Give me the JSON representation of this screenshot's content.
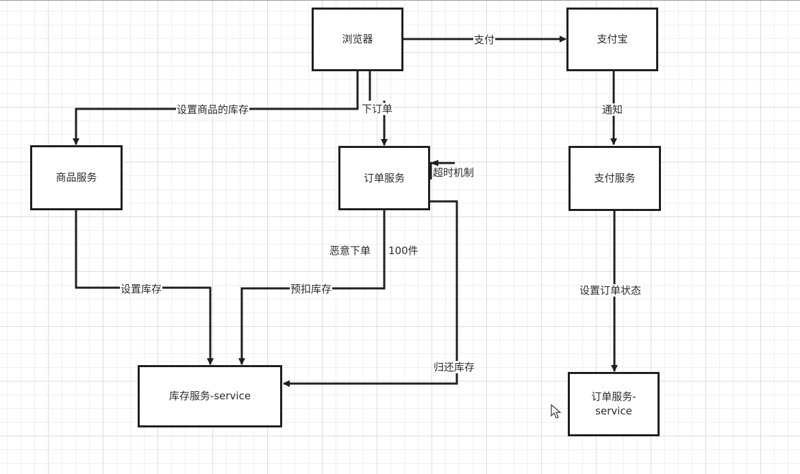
{
  "diagram": {
    "nodes": {
      "browser": "浏览器",
      "alipay": "支付宝",
      "product_service": "商品服务",
      "order_service": "订单服务",
      "payment_service": "支付服务",
      "inventory_service": "库存服务-service",
      "order_service_service": "订单服务-\nservice"
    },
    "edges": {
      "pay": "支付",
      "notify": "通知",
      "set_product_stock": "设置商品的库存",
      "place_order": "下订单",
      "timeout_mechanism": "超时机制",
      "malicious_order": "恶意下单",
      "qty_100": "100件",
      "set_stock": "设置库存",
      "pre_deduct_stock": "预扣库存",
      "return_stock": "归还库存",
      "set_order_status": "设置订单状态"
    }
  }
}
